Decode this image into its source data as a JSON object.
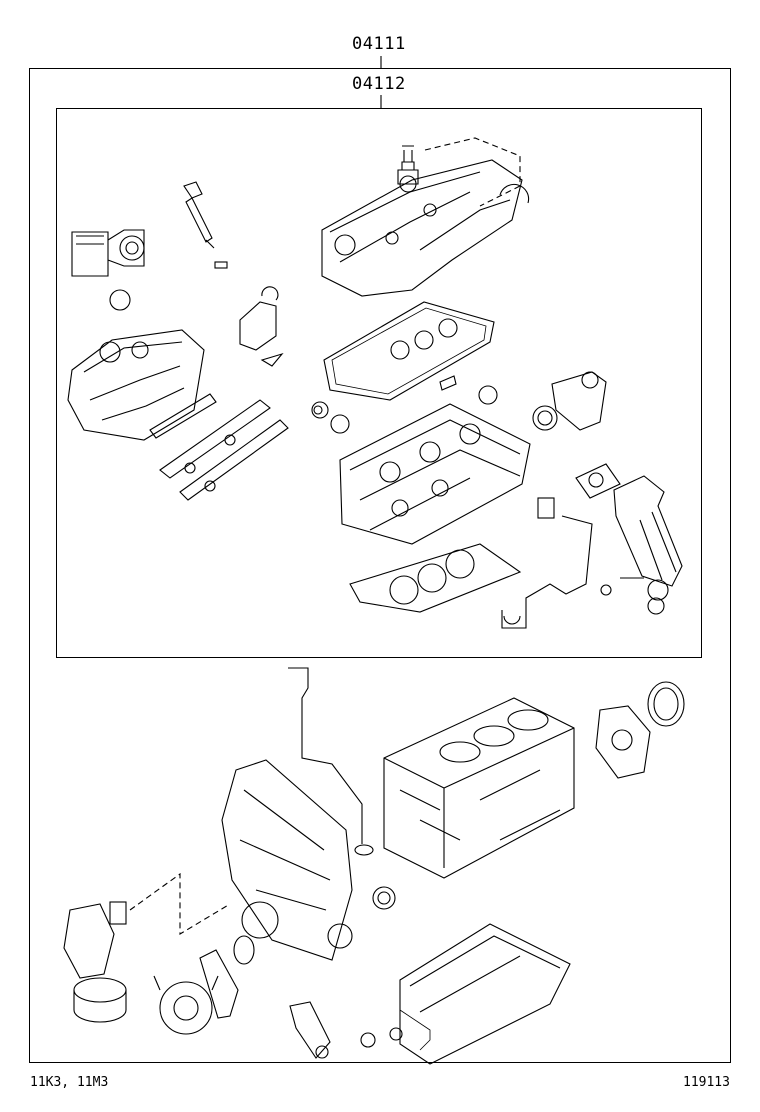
{
  "diagram": {
    "outer_kit_code": "04111",
    "inner_kit_code": "04112",
    "footer_left": "11K3, 11M3",
    "footer_right": "119113"
  },
  "parts": [
    {
      "icon": "oil-filler-cap-icon"
    },
    {
      "icon": "cylinder-head-cover-icon"
    },
    {
      "icon": "throttle-body-icon"
    },
    {
      "icon": "fuel-injector-icon"
    },
    {
      "icon": "intake-manifold-icon"
    },
    {
      "icon": "cam-actuator-icon"
    },
    {
      "icon": "head-cover-gasket-icon"
    },
    {
      "icon": "intake-manifold-gasket-icon"
    },
    {
      "icon": "valve-stem-seal-icon"
    },
    {
      "icon": "water-outlet-icon"
    },
    {
      "icon": "oil-seal-icon"
    },
    {
      "icon": "cylinder-head-icon"
    },
    {
      "icon": "exhaust-gasket-icon"
    },
    {
      "icon": "catalytic-converter-icon"
    },
    {
      "icon": "coolant-pipe-icon"
    },
    {
      "icon": "cylinder-head-gasket-icon"
    },
    {
      "icon": "oil-dipstick-tube-icon"
    },
    {
      "icon": "cylinder-block-icon"
    },
    {
      "icon": "rear-oil-seal-icon"
    },
    {
      "icon": "rear-seal-retainer-icon"
    },
    {
      "icon": "timing-cover-icon"
    },
    {
      "icon": "oil-filter-housing-icon"
    },
    {
      "icon": "water-pump-icon"
    },
    {
      "icon": "water-pump-gasket-icon"
    },
    {
      "icon": "oil-pressure-switch-icon"
    },
    {
      "icon": "oil-pan-icon"
    },
    {
      "icon": "drain-plug-icon"
    }
  ]
}
